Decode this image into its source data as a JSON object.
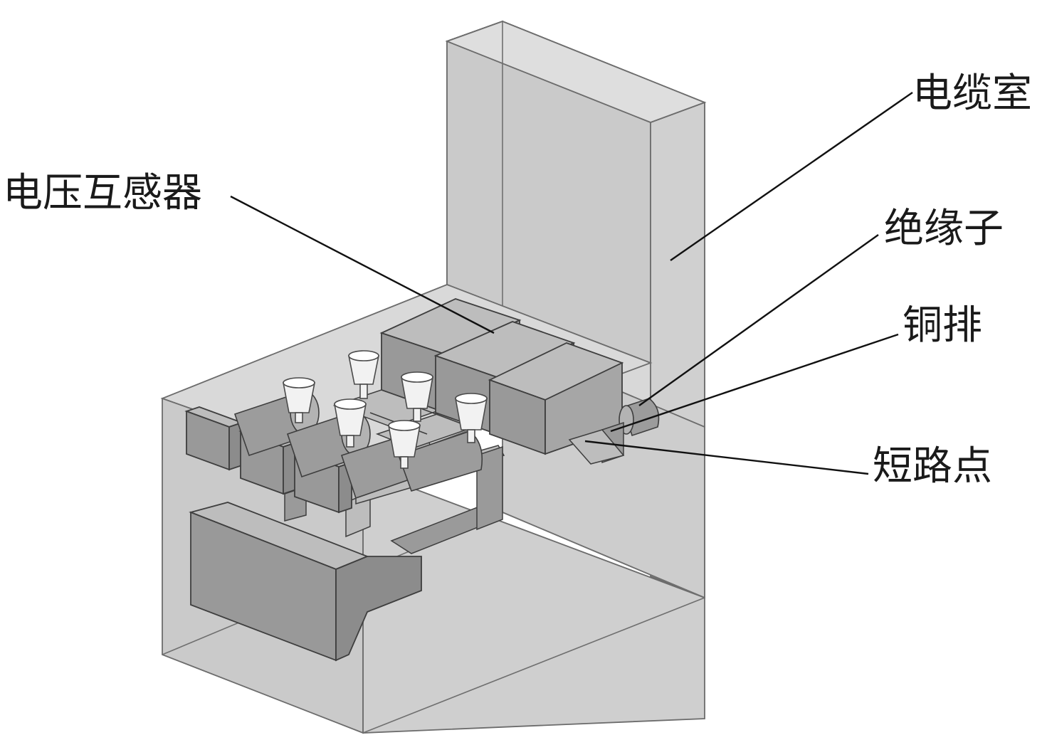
{
  "labels": {
    "cable_room": "电缆室",
    "voltage_transformer": "电压互感器",
    "insulator": "绝缘子",
    "copper_busbar": "铜排",
    "short_circuit_point": "短路点"
  },
  "colors": {
    "shell_fill": "#d4d4d4",
    "component_fill": "#999999",
    "insulator_fill": "#f2f2f2",
    "leader_line": "#111111"
  }
}
